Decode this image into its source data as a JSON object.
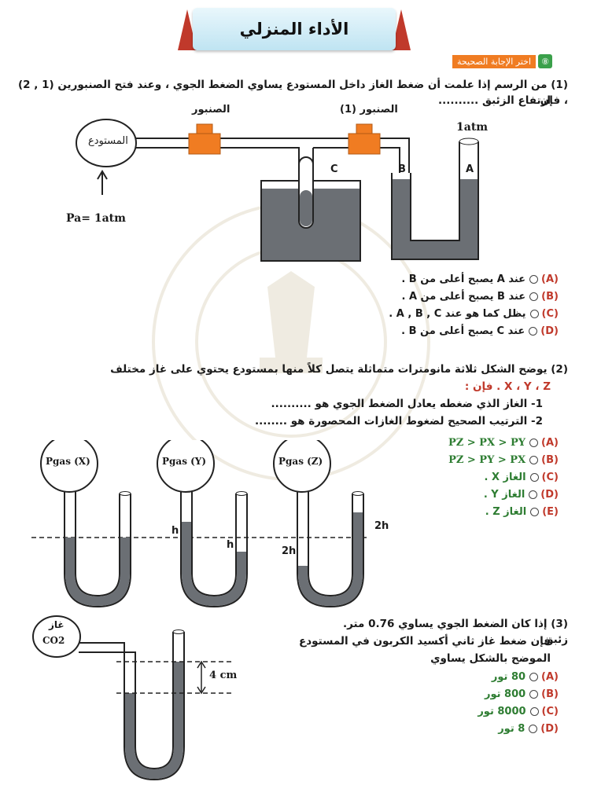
{
  "header": {
    "title": "الأداء المنزلي"
  },
  "instruction": {
    "num": "⑧",
    "label": "اختر الإجابة الصحيحة"
  },
  "q1": {
    "num": "(1)",
    "line1": "من الرسم إذا علمت أن ضغط الغاز داخل المستودع يساوي الضغط الجوي ، وعند فتح الصنبورين (1 , 2) ، فإن",
    "line2": "ارتفاع الزئبق ..........",
    "fig": {
      "tank": "المستودع",
      "valve2": "الصنبور",
      "valve1": "الصنبور (1)",
      "pa": "Pa= 1atm",
      "atm": "1atm",
      "A": "A",
      "B": "B",
      "C": "C"
    },
    "options": [
      {
        "letter": "(A)",
        "text": "عند A يصبح أعلى من B ."
      },
      {
        "letter": "(B)",
        "text": "عند B يصبح أعلى من A ."
      },
      {
        "letter": "(C)",
        "text": "يظل كما هو عند A , B , C ."
      },
      {
        "letter": "(D)",
        "text": "عند C يصبح أعلى من B ."
      }
    ]
  },
  "q2": {
    "num": "(2)",
    "line1": "يوضح الشكل ثلاثة مانومترات متماثلة يتصل كلاً منها بمستودع يحتوي على غاز مختلف",
    "line2": "X ، Y ، Z . فإن :",
    "sub1": "1- الغاز الذي ضغطه يعادل الضغط الجوي هو ..........",
    "sub2": "2- الترتيب الصحيح لضغوط الغازات المحصورة هو ........",
    "fig": {
      "gx": "Pgas (X)",
      "gy": "Pgas (Y)",
      "gz": "Pgas (Z)",
      "h1": "h",
      "h2": "h",
      "h3": "2h",
      "h4": "2h"
    },
    "options": [
      {
        "letter": "(A)",
        "text": "PZ > PX > PY"
      },
      {
        "letter": "(B)",
        "text": "PZ > PY > PX"
      },
      {
        "letter": "(C)",
        "text": "الغاز X ."
      },
      {
        "letter": "(D)",
        "text": "الغاز Y ."
      },
      {
        "letter": "(E)",
        "text": "الغاز Z ."
      }
    ]
  },
  "q3": {
    "num": "(3)",
    "line1": "إذا كان الضغط الجوي يساوي 0.76 متر. زئبق",
    "line2": "فإن ضغط غاز ثاني أكسيد الكربون في المستودع",
    "line3": "الموضح بالشكل يساوي",
    "fig": {
      "gas": "غاز",
      "co2": "CO2",
      "dim": "4 cm"
    },
    "options": [
      {
        "letter": "(A)",
        "text": "80 تور"
      },
      {
        "letter": "(B)",
        "text": "800 تور"
      },
      {
        "letter": "(C)",
        "text": "8000 تور"
      },
      {
        "letter": "(D)",
        "text": "8 تور"
      }
    ]
  },
  "colors": {
    "orange": "#f07c22",
    "mercury": "#6b6f74",
    "green": "#2e7d32",
    "red": "#c0392b"
  }
}
